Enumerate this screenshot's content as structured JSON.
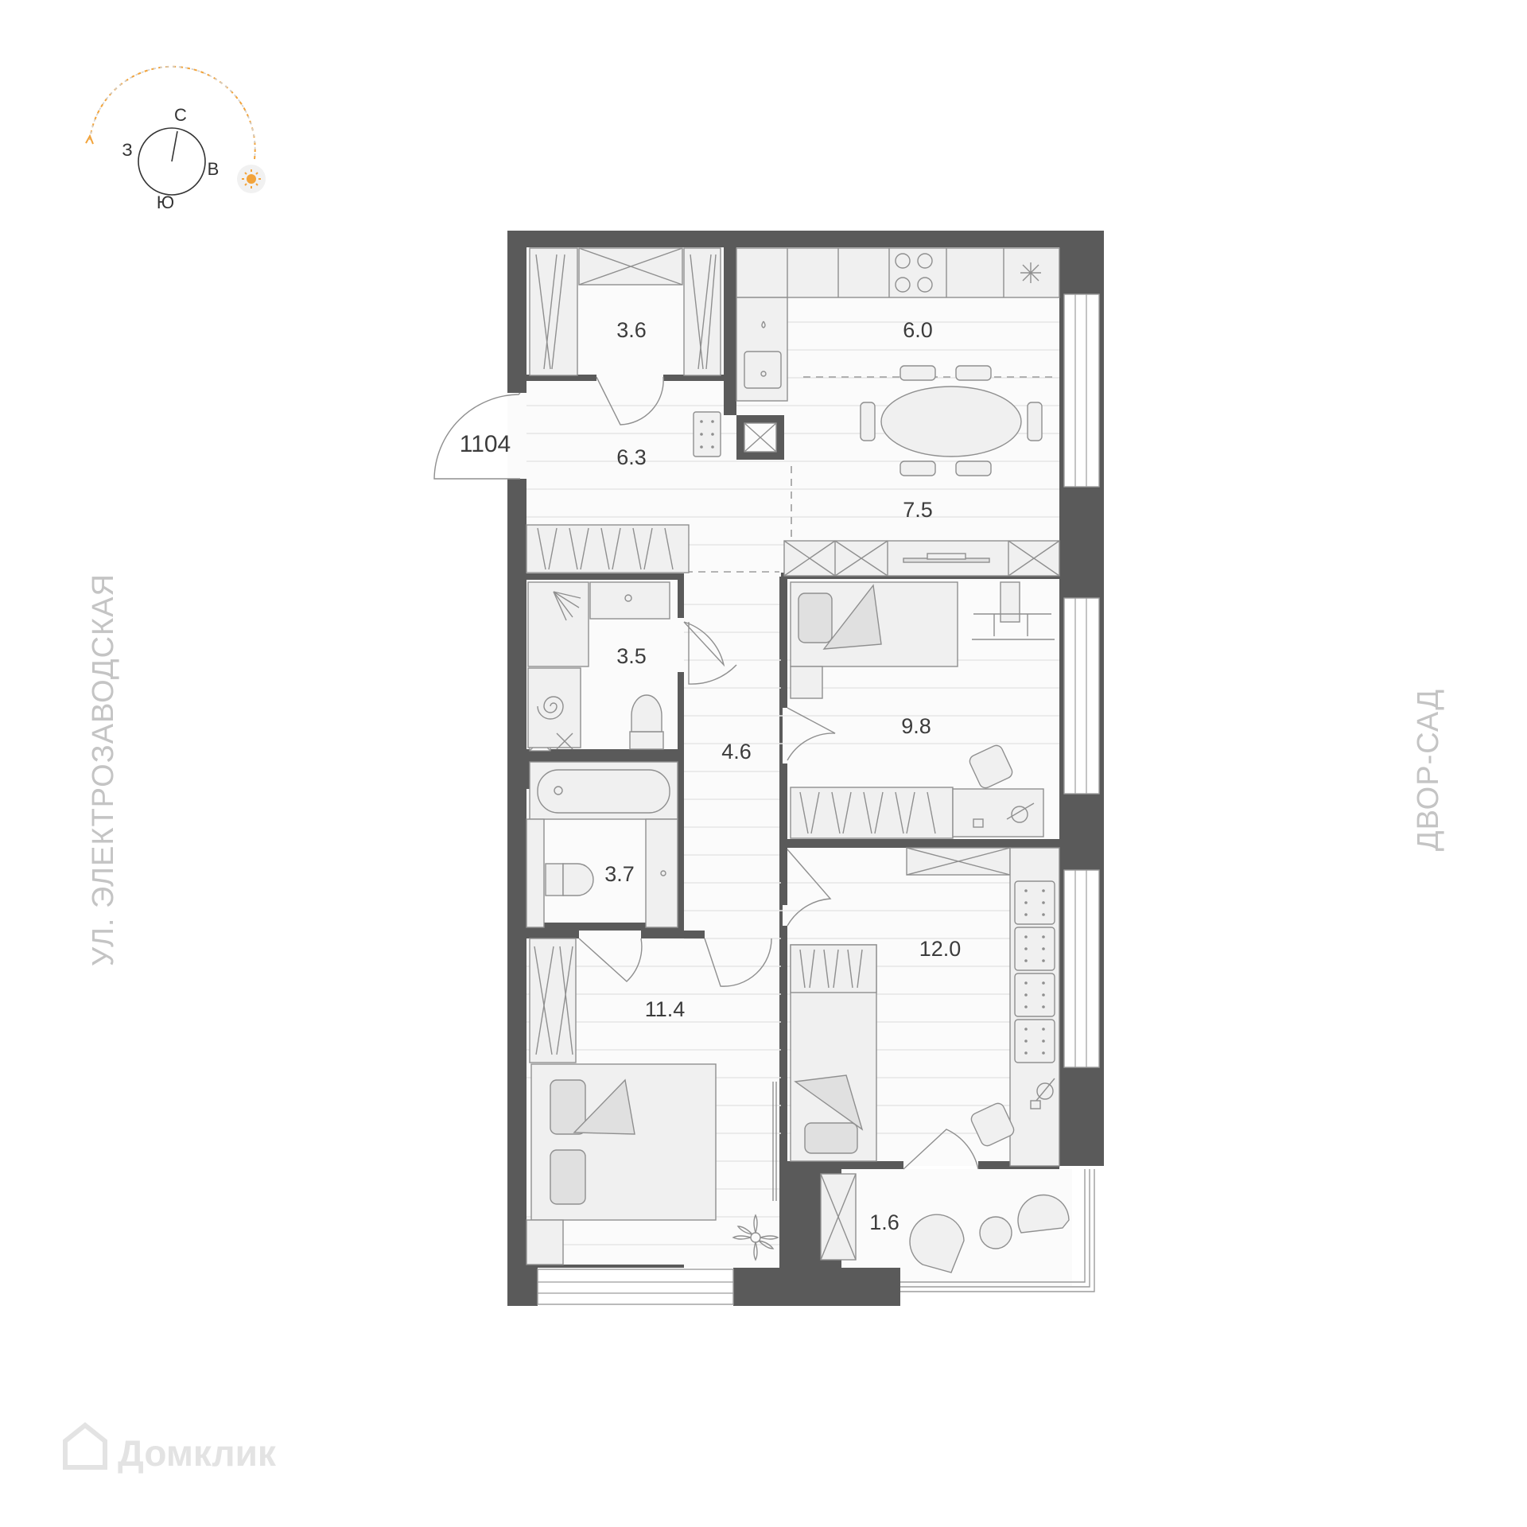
{
  "compass": {
    "north": "С",
    "west": "З",
    "east": "В",
    "south": "Ю",
    "sun_icon": "sun-icon",
    "accent_color": "#f2a33a"
  },
  "apartment": {
    "number": "1104"
  },
  "rooms": [
    {
      "id": "wardrobe",
      "area": "3.6"
    },
    {
      "id": "kitchen",
      "area": "6.0"
    },
    {
      "id": "hall",
      "area": "6.3"
    },
    {
      "id": "living",
      "area": "7.5"
    },
    {
      "id": "bathroom-1",
      "area": "3.5"
    },
    {
      "id": "corridor",
      "area": "4.6"
    },
    {
      "id": "bedroom-1",
      "area": "9.8"
    },
    {
      "id": "bathroom-2",
      "area": "3.7"
    },
    {
      "id": "bedroom-2",
      "area": "12.0"
    },
    {
      "id": "bedroom-3",
      "area": "11.4"
    },
    {
      "id": "balcony",
      "area": "1.6"
    }
  ],
  "streets": {
    "west": "УЛ. ЭЛЕКТРОЗАВОДСКАЯ",
    "east": "ДВОР-САД"
  },
  "watermark": {
    "text": "Домклик",
    "icon": "house-logo-icon"
  },
  "colors": {
    "wall": "#5a5a5a",
    "street_text": "#c4c4c4"
  }
}
